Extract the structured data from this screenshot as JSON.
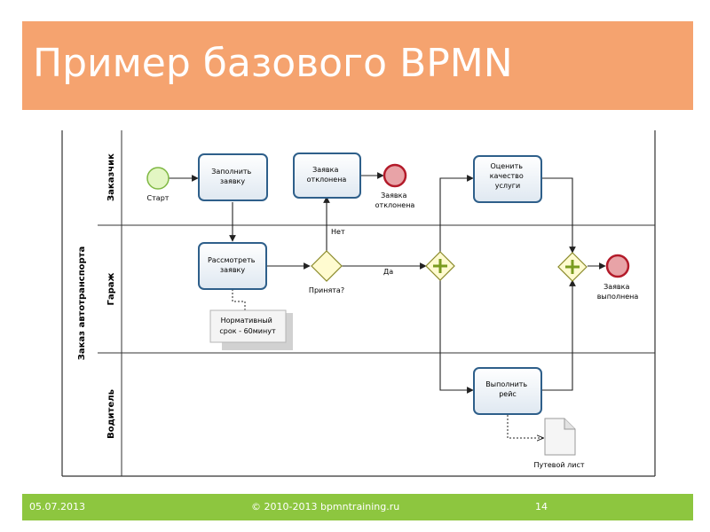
{
  "slide": {
    "title": "Пример базового BPMN",
    "footer": {
      "date": "05.07.2013",
      "copyright": "© 2010-2013 bpmntraining.ru",
      "page": "14"
    }
  },
  "pool": {
    "name": "Заказ автотранспорта",
    "lanes": [
      "Заказчик",
      "Гараж",
      "Водитель"
    ]
  },
  "tasks": {
    "fill_request": [
      "Заполнить",
      "заявку"
    ],
    "review_request": [
      "Рассмотреть",
      "заявку"
    ],
    "request_rejected": [
      "Заявка",
      "отклонена"
    ],
    "evaluate_quality": [
      "Оценить",
      "качество",
      "услуги"
    ],
    "make_trip": [
      "Выполнить",
      "рейс"
    ]
  },
  "events": {
    "start": "Старт",
    "end_rejected": [
      "Заявка",
      "отклонена"
    ],
    "end_done": [
      "Заявка",
      "выполнена"
    ]
  },
  "gateways": {
    "accepted": "Принята?",
    "flow_no": "Нет",
    "flow_yes": "Да"
  },
  "annotation": [
    "Нормативный",
    "срок - 60минут"
  ],
  "data_object": "Путевой лист",
  "colors": {
    "title_bar": "#f5a36f",
    "footer_bar": "#8dc63f",
    "task_stroke": "#2e5f8a",
    "start_fill": "#e3f6c3",
    "end_fill": "#e8a3a7",
    "gateway_fill": "#fffbd0"
  }
}
